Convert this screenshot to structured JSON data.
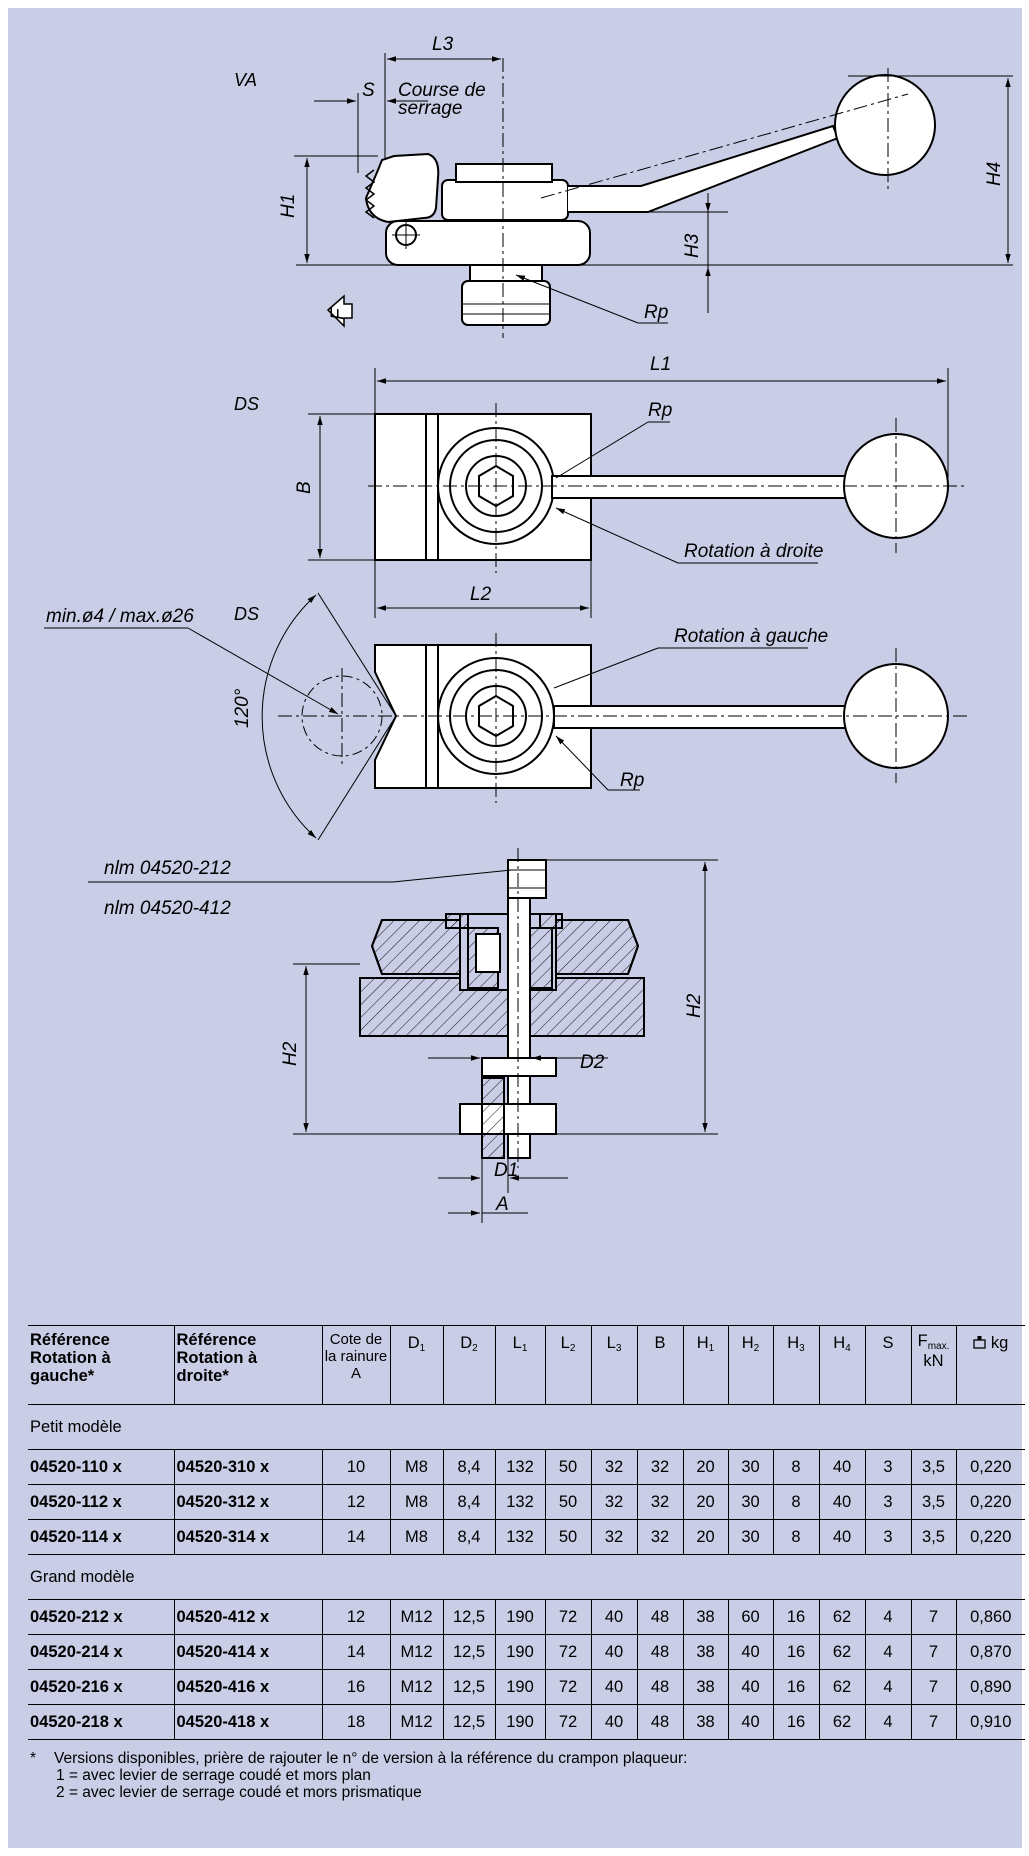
{
  "drawing": {
    "views": {
      "va": "VA",
      "ds_top": "DS",
      "ds_bottom": "DS"
    },
    "dimensions": {
      "l3": "L3",
      "s": "S",
      "course": [
        "Course de",
        "serrage"
      ],
      "h1": "H1",
      "h3": "H3",
      "h4": "H4",
      "rp_side": "Rp",
      "f": "F",
      "l1": "L1",
      "rp_top": "Rp",
      "b": "B",
      "rotation_droite": "Rotation à droite",
      "l2": "L2",
      "min_max": "min.ø4 / max.ø26",
      "angle": "120°",
      "rotation_gauche": "Rotation à gauche",
      "rp_bottom": "Rp",
      "nlm1": "nlm 04520-212",
      "nlm2": "nlm 04520-412",
      "h2_left": "H2",
      "h2_right": "H2",
      "d2": "D2",
      "d1": "D1",
      "a": "A"
    }
  },
  "table": {
    "headers": {
      "ref_gauche": [
        "Référence",
        "Rotation à",
        "gauche*"
      ],
      "ref_droite": [
        "Référence",
        "Rotation à",
        "droite*"
      ],
      "cote": [
        "Cote de",
        "la rainure",
        "A"
      ],
      "d1": [
        "D",
        "1"
      ],
      "d2": [
        "D",
        "2"
      ],
      "l1": [
        "L",
        "1"
      ],
      "l2": [
        "L",
        "2"
      ],
      "l3": [
        "L",
        "3"
      ],
      "b": "B",
      "h1": [
        "H",
        "1"
      ],
      "h2": [
        "H",
        "2"
      ],
      "h3": [
        "H",
        "3"
      ],
      "h4": [
        "H",
        "4"
      ],
      "s": "S",
      "fmax": [
        "F",
        "max.",
        "kN"
      ],
      "kg": "kg"
    },
    "sections": [
      {
        "label": "Petit modèle",
        "rows": [
          [
            "04520-110 x",
            "04520-310 x",
            "10",
            "M8",
            "8,4",
            "132",
            "50",
            "32",
            "32",
            "20",
            "30",
            "8",
            "40",
            "3",
            "3,5",
            "0,220"
          ],
          [
            "04520-112 x",
            "04520-312 x",
            "12",
            "M8",
            "8,4",
            "132",
            "50",
            "32",
            "32",
            "20",
            "30",
            "8",
            "40",
            "3",
            "3,5",
            "0,220"
          ],
          [
            "04520-114 x",
            "04520-314 x",
            "14",
            "M8",
            "8,4",
            "132",
            "50",
            "32",
            "32",
            "20",
            "30",
            "8",
            "40",
            "3",
            "3,5",
            "0,220"
          ]
        ]
      },
      {
        "label": "Grand modèle",
        "rows": [
          [
            "04520-212 x",
            "04520-412 x",
            "12",
            "M12",
            "12,5",
            "190",
            "72",
            "40",
            "48",
            "38",
            "60",
            "16",
            "62",
            "4",
            "7",
            "0,860"
          ],
          [
            "04520-214 x",
            "04520-414 x",
            "14",
            "M12",
            "12,5",
            "190",
            "72",
            "40",
            "48",
            "38",
            "40",
            "16",
            "62",
            "4",
            "7",
            "0,870"
          ],
          [
            "04520-216 x",
            "04520-416 x",
            "16",
            "M12",
            "12,5",
            "190",
            "72",
            "40",
            "48",
            "38",
            "40",
            "16",
            "62",
            "4",
            "7",
            "0,890"
          ],
          [
            "04520-218 x",
            "04520-418 x",
            "18",
            "M12",
            "12,5",
            "190",
            "72",
            "40",
            "48",
            "38",
            "40",
            "16",
            "62",
            "4",
            "7",
            "0,910"
          ]
        ]
      }
    ]
  },
  "footnote": {
    "star": "*",
    "line1": "Versions disponibles, prière de rajouter le n° de version à la référence du crampon plaqueur:",
    "line2": "1 = avec levier de serrage coudé et mors plan",
    "line3": "2 = avec levier de serrage coudé et mors prismatique"
  },
  "colors": {
    "background": "#c9cde5",
    "line": "#000000",
    "page": "#ffffff"
  },
  "icons": {
    "weight": "weight-icon"
  }
}
